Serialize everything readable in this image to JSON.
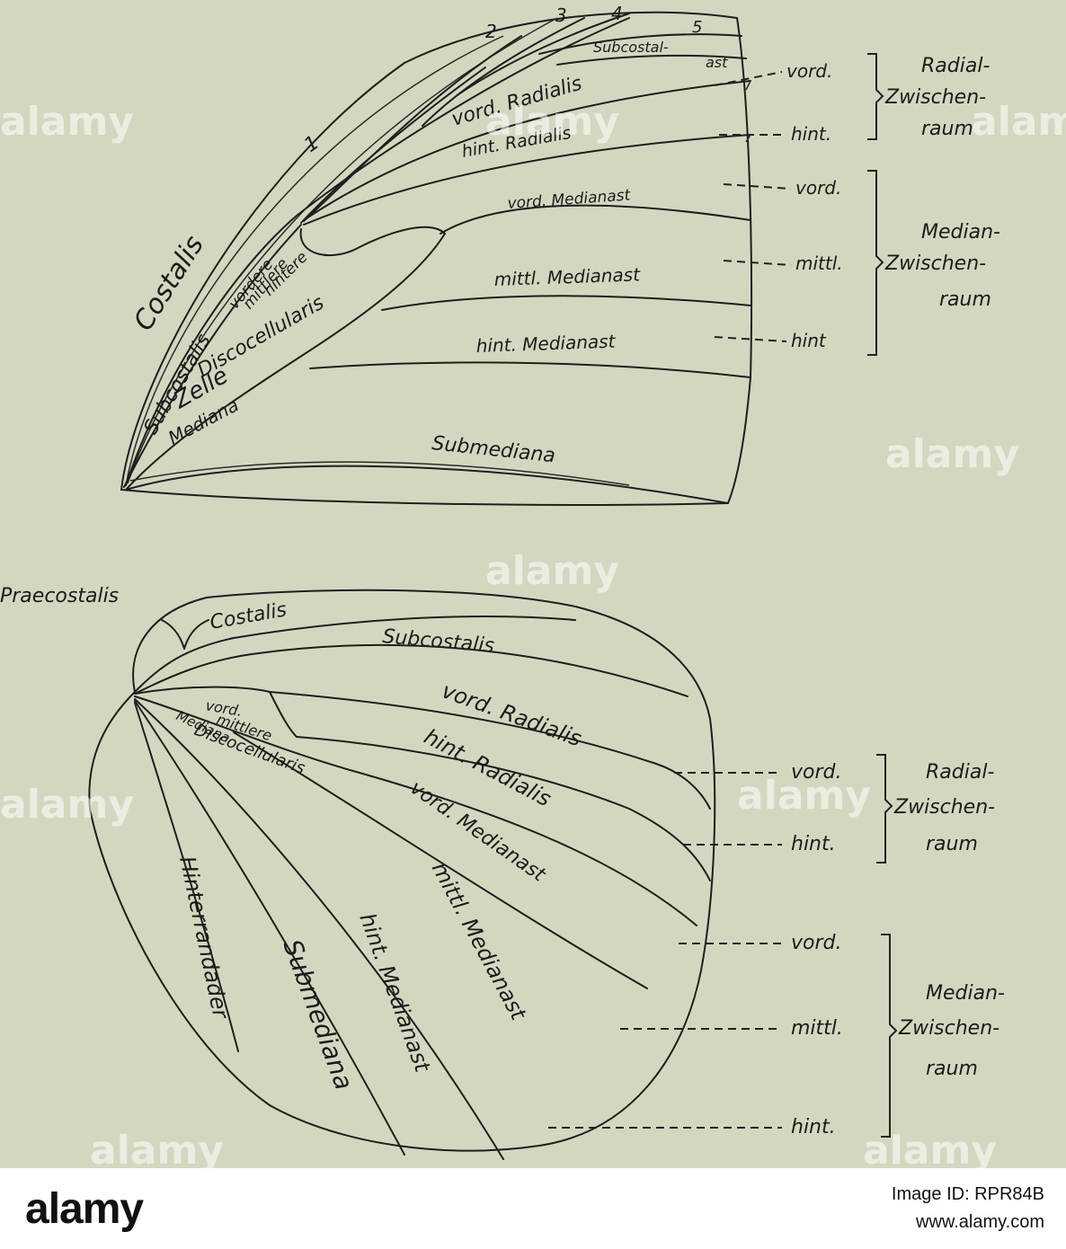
{
  "forewing": {
    "veins": {
      "v1": "1",
      "v2": "2",
      "v3": "3",
      "v4": "4",
      "v5": "5",
      "subcostalast_a": "Subcostal-",
      "subcostalast_b": "ast",
      "vord_radialis": "vord. Radialis",
      "hint_radialis": "hint. Radialis",
      "vord_medianast": "vord. Medianast",
      "mittl_medianast": "mittl. Medianast",
      "hint_medianast": "hint. Medianast",
      "submediana": "Submediana",
      "costalis": "Costalis",
      "subcostalis": "Subcostalis",
      "vordere": "vordere",
      "mittlere": "mittlere",
      "hintere": "hintere",
      "discocellularis": "Discocellularis",
      "zelle": "Zelle",
      "mediana": "Mediana"
    },
    "legend": {
      "radial_vord": "vord.",
      "radial_hint": "hint.",
      "radial_group_a": "Radial-",
      "radial_group_b": "Zwischen-",
      "radial_group_c": "raum",
      "median_vord": "vord.",
      "median_mittl": "mittl.",
      "median_hint": "hint",
      "median_group_a": "Median-",
      "median_group_b": "Zwischen-",
      "median_group_c": "raum"
    }
  },
  "hindwing": {
    "veins": {
      "praecostalis": "Praecostalis",
      "costalis": "Costalis",
      "subcostalis": "Subcostalis",
      "vord_radialis": "vord. Radialis",
      "hint_radialis": "hint. Radialis",
      "vord": "vord.",
      "mittlere": "mittlere",
      "discocellularis": "Discocellularis",
      "mediana": "Mediana",
      "vord_medianast": "vord. Medianast",
      "mittl_medianast": "mittl. Medianast",
      "hint_medianast": "hint. Medianast",
      "submediana": "Submediana",
      "hinterrandader": "Hinterrandader"
    },
    "legend": {
      "radial_vord": "vord.",
      "radial_hint": "hint.",
      "radial_group_a": "Radial-",
      "radial_group_b": "Zwischen-",
      "radial_group_c": "raum",
      "median_vord": "vord.",
      "median_mittl": "mittl.",
      "median_hint": "hint.",
      "median_group_a": "Median-",
      "median_group_b": "Zwischen-",
      "median_group_c": "raum"
    }
  },
  "watermark": {
    "text": "alamy"
  },
  "footer": {
    "logo": "alamy",
    "image_id": "Image ID: RPR84B",
    "url": "www.alamy.com"
  }
}
